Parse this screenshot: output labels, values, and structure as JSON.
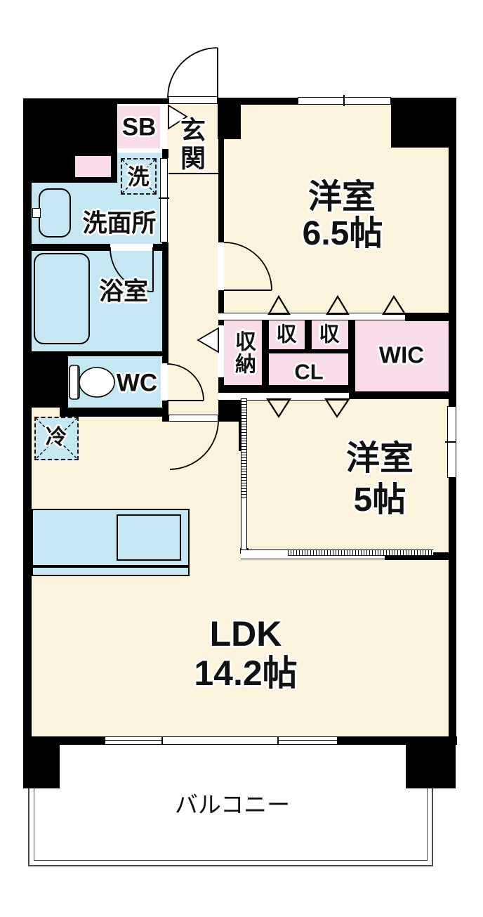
{
  "title": "2LDK floor plan",
  "colors": {
    "wall": "#000000",
    "floor": "#FBF3DC",
    "wet_area": "#C5E6F3",
    "closet_pink": "#F9DCE9",
    "balcony_border": "#4a4a4a"
  },
  "rooms": {
    "entrance": {
      "label": "玄関"
    },
    "shoe_box": {
      "label": "SB"
    },
    "washer": {
      "label": "洗"
    },
    "washroom": {
      "label": "洗面所"
    },
    "bathroom": {
      "label": "浴室"
    },
    "toilet": {
      "label": "WC"
    },
    "fridge": {
      "label": "冷"
    },
    "storage": {
      "label": "収納"
    },
    "closet_small_1": {
      "label": "収"
    },
    "closet_small_2": {
      "label": "収"
    },
    "closet": {
      "label": "CL"
    },
    "wic": {
      "label": "WIC"
    },
    "western_room_1": {
      "label": "洋室",
      "size": "6.5帖"
    },
    "western_room_2": {
      "label": "洋室",
      "size": "5帖"
    },
    "ldk": {
      "label": "LDK",
      "size": "14.2帖"
    },
    "balcony": {
      "label": "バルコニー"
    }
  }
}
